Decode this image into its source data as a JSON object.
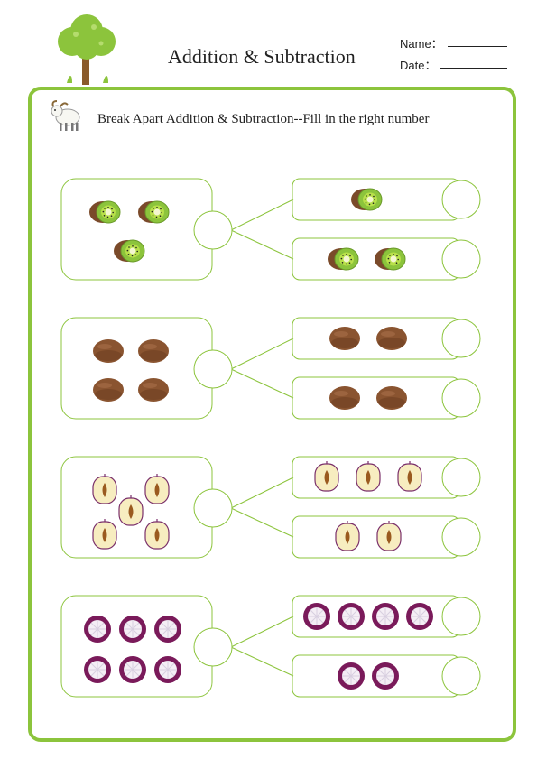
{
  "header": {
    "title": "Addition & Subtraction",
    "name_label": "Name：",
    "date_label": "Date："
  },
  "worksheet": {
    "instruction": "Break Apart Addition & Subtraction--Fill in the right number",
    "colors": {
      "frame": "#8cc43c",
      "box_border": "#8cc43c"
    },
    "problems": [
      {
        "fruit": "kiwi-half-icon",
        "total": 3,
        "parts": [
          1,
          2
        ]
      },
      {
        "fruit": "kiwi-whole-icon",
        "total": 4,
        "parts": [
          2,
          2
        ]
      },
      {
        "fruit": "plum-half-icon",
        "total": 5,
        "parts": [
          3,
          2
        ]
      },
      {
        "fruit": "mangosteen-icon",
        "total": 6,
        "parts": [
          4,
          2
        ]
      }
    ]
  }
}
